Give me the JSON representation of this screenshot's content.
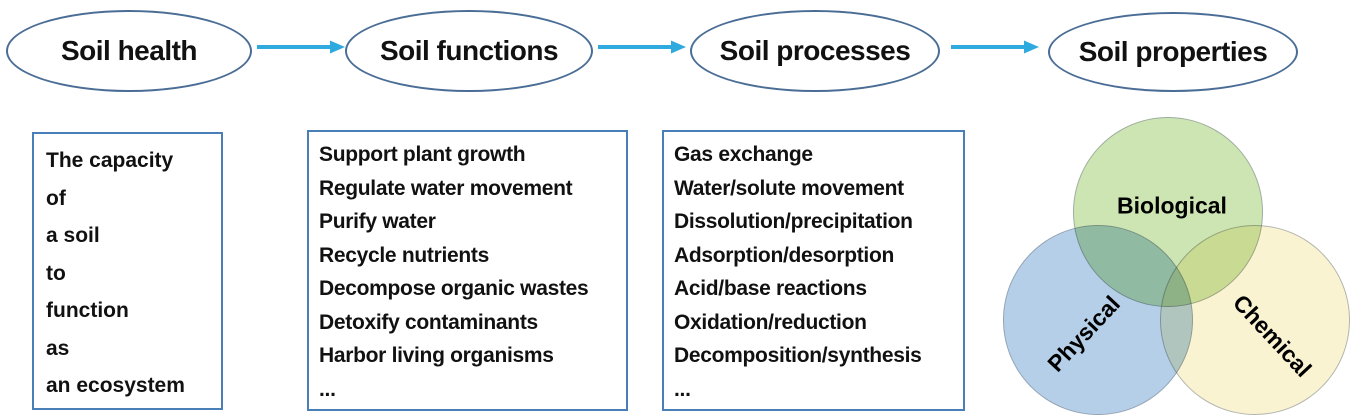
{
  "flow": {
    "nodes": [
      {
        "label": "Soil health"
      },
      {
        "label": "Soil functions"
      },
      {
        "label": "Soil processes"
      },
      {
        "label": "Soil properties"
      }
    ],
    "arrow_color": "#2faade",
    "ellipse_border_color": "#4a6d96"
  },
  "definition_box": {
    "lines": [
      "The capacity",
      "of",
      "a soil",
      "to",
      "function",
      "as",
      "an ecosystem"
    ]
  },
  "functions_box": {
    "lines": [
      "Support plant growth",
      "Regulate water movement",
      "Purify water",
      "Recycle nutrients",
      "Decompose organic wastes",
      "Detoxify contaminants",
      "Harbor living organisms",
      "..."
    ]
  },
  "processes_box": {
    "lines": [
      "Gas exchange",
      "Water/solute movement",
      "Dissolution/precipitation",
      "Adsorption/desorption",
      "Acid/base reactions",
      "Oxidation/reduction",
      "Decomposition/synthesis",
      "..."
    ]
  },
  "venn": {
    "circles": [
      {
        "label": "Biological",
        "color": "#cde5b3"
      },
      {
        "label": "Physical",
        "color": "#b5cfe8"
      },
      {
        "label": "Chemical",
        "color": "#faf3d2"
      }
    ]
  },
  "colors": {
    "box_border": "#4a7eb8",
    "text": "#111111"
  }
}
